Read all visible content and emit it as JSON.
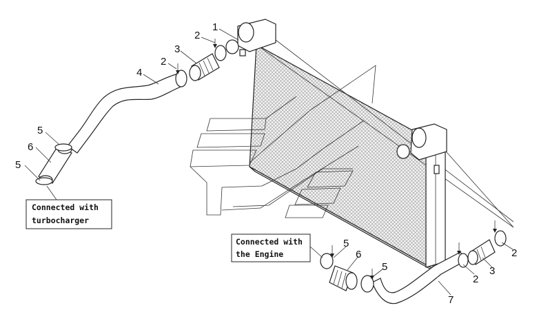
{
  "colors": {
    "line": "#222222",
    "background": "#ffffff",
    "callout_box": "#ffffff"
  },
  "callouts": {
    "turbo": {
      "line1": "Connected with",
      "line2": "turbocharger"
    },
    "engine": {
      "line1": "Connected with",
      "line2": "the Engine"
    }
  },
  "labels": {
    "top_1": "1",
    "top_2a": "2",
    "top_2b": "2",
    "top_3": "3",
    "top_4": "4",
    "left_5a": "5",
    "left_6": "6",
    "left_5b": "5",
    "bot_5a": "5",
    "bot_6": "6",
    "bot_5b": "5",
    "bot_2a": "2",
    "bot_3": "3",
    "bot_2b": "2",
    "bot_7": "7"
  }
}
